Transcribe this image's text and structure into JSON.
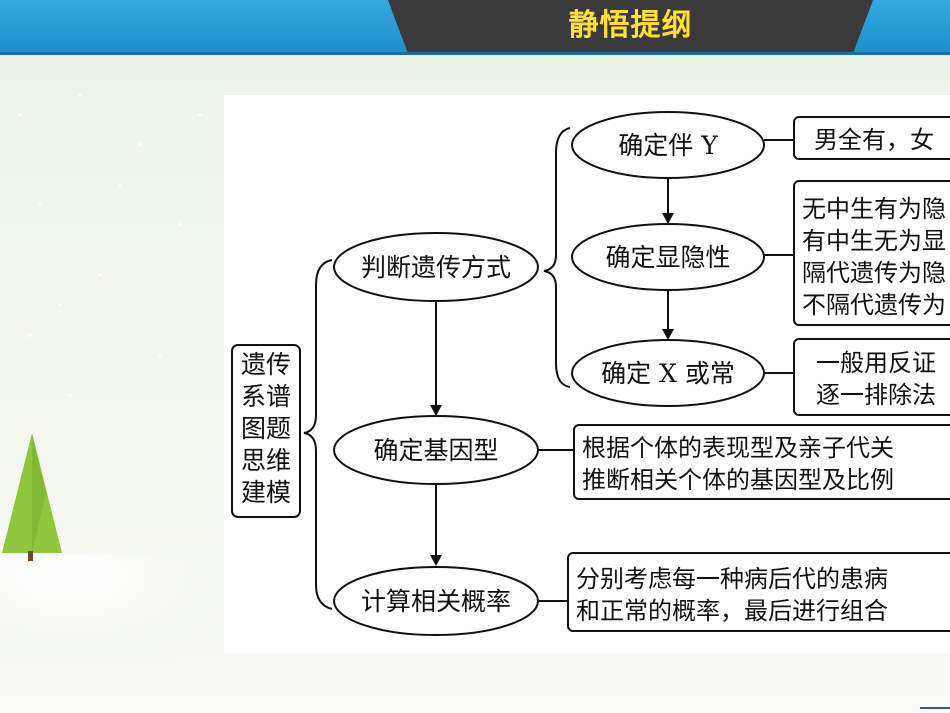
{
  "header": {
    "title": "静悟提纲"
  },
  "diagram": {
    "root": [
      "遗传",
      "系谱",
      "图题",
      "思维",
      "建模"
    ],
    "level1": [
      "判断遗传方式",
      "确定基因型",
      "计算相关概率"
    ],
    "level2": [
      "确定伴 Y",
      "确定显隐性",
      "确定 X 或常"
    ],
    "notes": {
      "y": [
        "男全有，女"
      ],
      "dominance": [
        "无中生有为隐",
        "有中生无为显",
        "隔代遗传为隐",
        "不隔代遗传为"
      ],
      "x_or_autosome": [
        "一般用反证",
        "逐一排除法"
      ],
      "genotype": [
        "根据个体的表现型及亲子代关",
        "推断相关个体的基因型及比例"
      ],
      "probability": [
        "分别考虑每一种病后代的患病",
        "和正常的概率，最后进行组合"
      ]
    }
  },
  "colors": {
    "header_blue": "#2a9ad6",
    "title_tab": "#3a3a3a",
    "title_text": "#ffe033"
  }
}
